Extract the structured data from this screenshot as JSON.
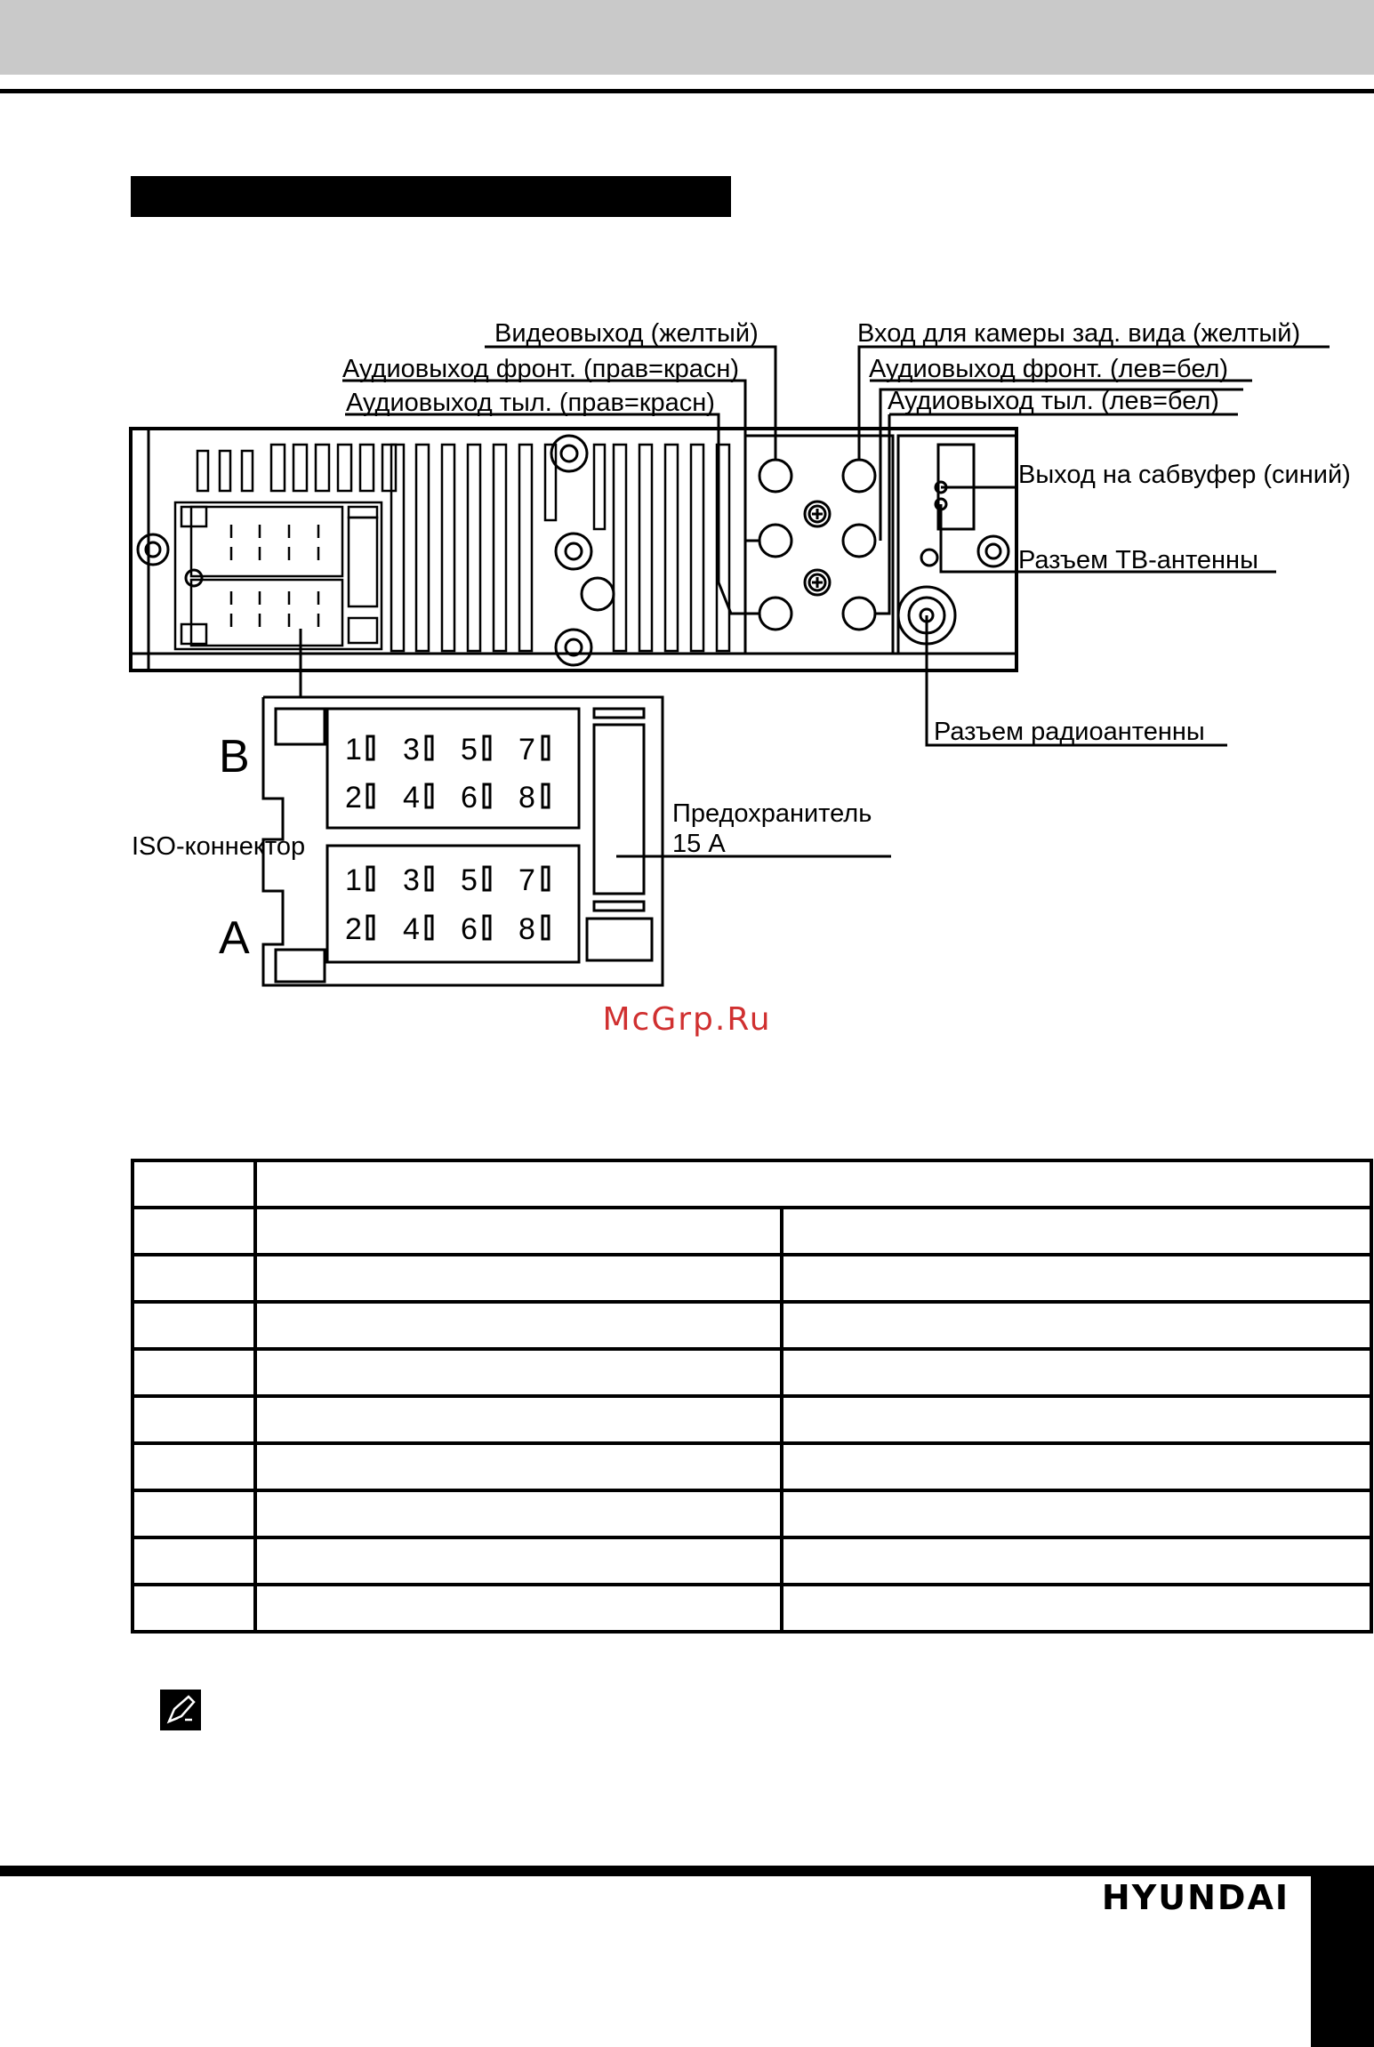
{
  "labels": {
    "video_out": "Видеовыход (желтый)",
    "audio_front_right": "Аудиовыход фронт. (прав=красн)",
    "audio_rear_right": "Аудиовыход тыл. (прав=красн)",
    "camera_in": "Вход для камеры зад. вида (желтый)",
    "audio_front_left": "Аудиовыход фронт. (лев=бел)",
    "audio_rear_left": "Аудиовыход тыл. (лев=бел)",
    "subwoofer_out": "Выход на сабвуфер (синий)",
    "tv_antenna": "Разъем ТВ-антенны",
    "radio_antenna": "Разъем радиоантенны",
    "fuse_line1": "Предохранитель",
    "fuse_line2": "15 А",
    "iso_connector": "ISO-коннектор",
    "block_b": "B",
    "block_a": "A"
  },
  "pins": [
    "1",
    "3",
    "5",
    "7",
    "2",
    "4",
    "6",
    "8"
  ],
  "watermark": "McGrp.Ru",
  "brand": "HYUNDAI"
}
